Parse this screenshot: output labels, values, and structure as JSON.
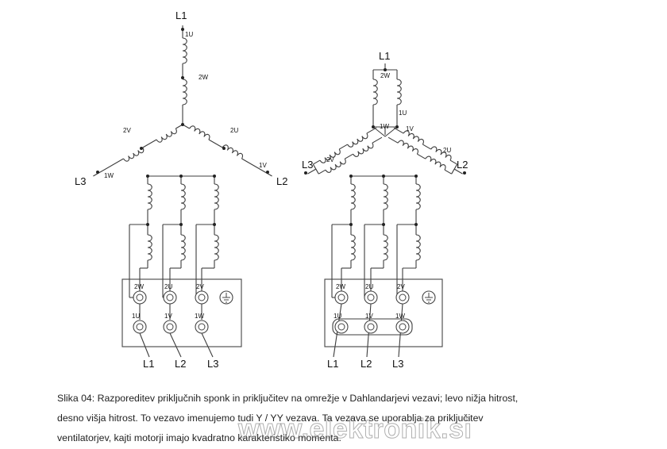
{
  "caption": {
    "line1": "Slika 04: Razporeditev priključnih sponk in priključitev na omrežje v Dahlandarjevi vezavi; levo nižja hitrost,",
    "line2": "desno višja hitrost. To vezavo imenujemo tudi Y / YY vezava. Ta vezava se uporablja za priključitev",
    "line3": "ventilatorjev, kajti motorji imajo kvadratno karakteristiko momenta."
  },
  "watermark": "www.elektronik.si",
  "left_diagram": {
    "star": {
      "L1": "L1",
      "L2": "L2",
      "L3": "L3",
      "t1U": "1U",
      "t2W": "2W",
      "t2V": "2V",
      "t2U": "2U",
      "t1V": "1V",
      "t1W": "1W"
    },
    "terminals": {
      "top": [
        "2W",
        "2U",
        "2V"
      ],
      "bottom": [
        "1U",
        "1V",
        "1W"
      ],
      "lines": [
        "L1",
        "L2",
        "L3"
      ]
    }
  },
  "right_diagram": {
    "star": {
      "L1": "L1",
      "L2": "L2",
      "L3": "L3",
      "t2W": "2W",
      "t1U": "1U",
      "t1W": "1W",
      "t1V": "1V",
      "t2V": "2V",
      "t2U": "2U"
    },
    "terminals": {
      "top": [
        "2W",
        "2U",
        "2V"
      ],
      "bottom": [
        "1U",
        "1V",
        "1W"
      ],
      "lines": [
        "L1",
        "L2",
        "L3"
      ]
    }
  }
}
